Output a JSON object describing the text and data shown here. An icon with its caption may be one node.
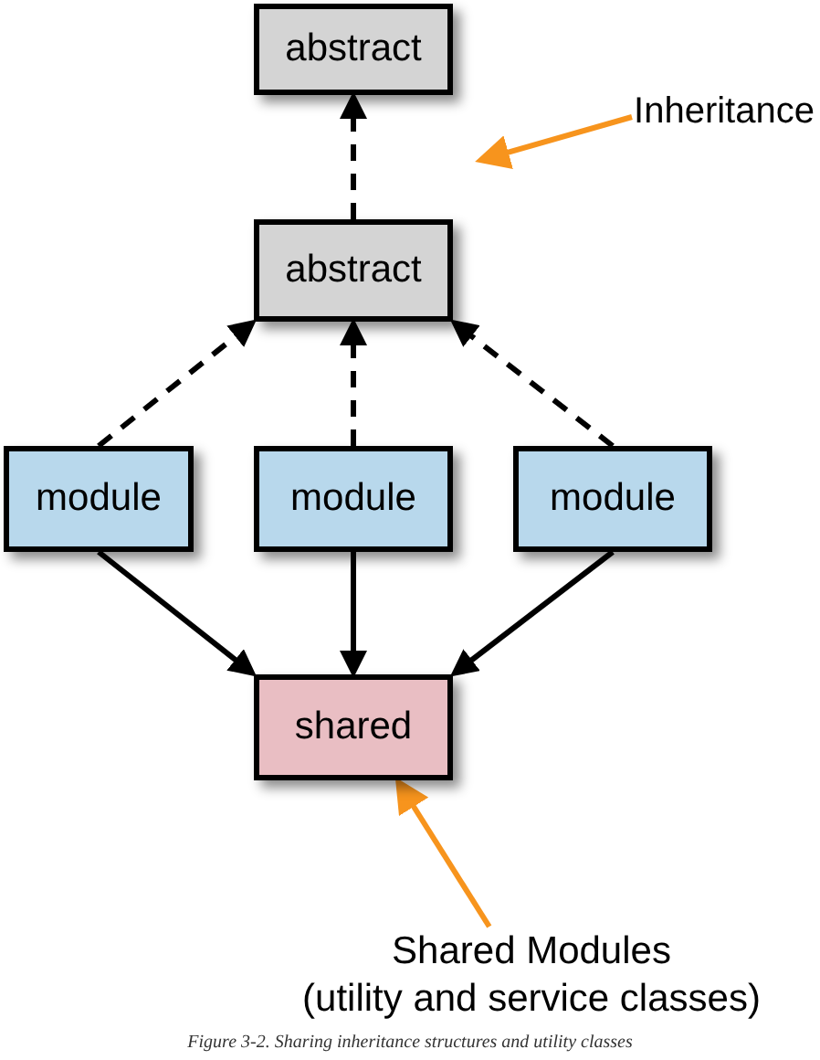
{
  "diagram": {
    "caption": "Figure 3-2. Sharing inheritance structures and utility classes",
    "nodes": [
      {
        "text": [
          "abstract"
        ]
      },
      {
        "text": [
          "Inheritance"
        ]
      },
      {
        "text": [
          "abstract"
        ]
      },
      {
        "text": [
          "module"
        ]
      },
      {
        "text": [
          "module"
        ]
      },
      {
        "text": [
          "module"
        ]
      },
      {
        "text": [
          "shared"
        ]
      },
      {
        "text": [
          "Shared Modules",
          "(utility and service classes)"
        ]
      }
    ],
    "edges": [
      {
        "from": 2,
        "to": 0,
        "arrow": "to",
        "style": "dashed"
      },
      {
        "from": 3,
        "to": 2,
        "arrow": "to",
        "style": "dashed"
      },
      {
        "from": 4,
        "to": 2,
        "arrow": "to",
        "style": "dashed"
      },
      {
        "from": 5,
        "to": 2,
        "arrow": "to",
        "style": "dashed"
      },
      {
        "from": 3,
        "to": 6,
        "arrow": "to"
      },
      {
        "from": 4,
        "to": 6,
        "arrow": "to"
      },
      {
        "from": 5,
        "to": 6,
        "arrow": "to"
      },
      {
        "from": 1,
        "to": null,
        "arrow": "to",
        "color": "#f7941d"
      },
      {
        "from": 7,
        "to": 6,
        "arrow": "to",
        "color": "#f7941d"
      }
    ]
  }
}
